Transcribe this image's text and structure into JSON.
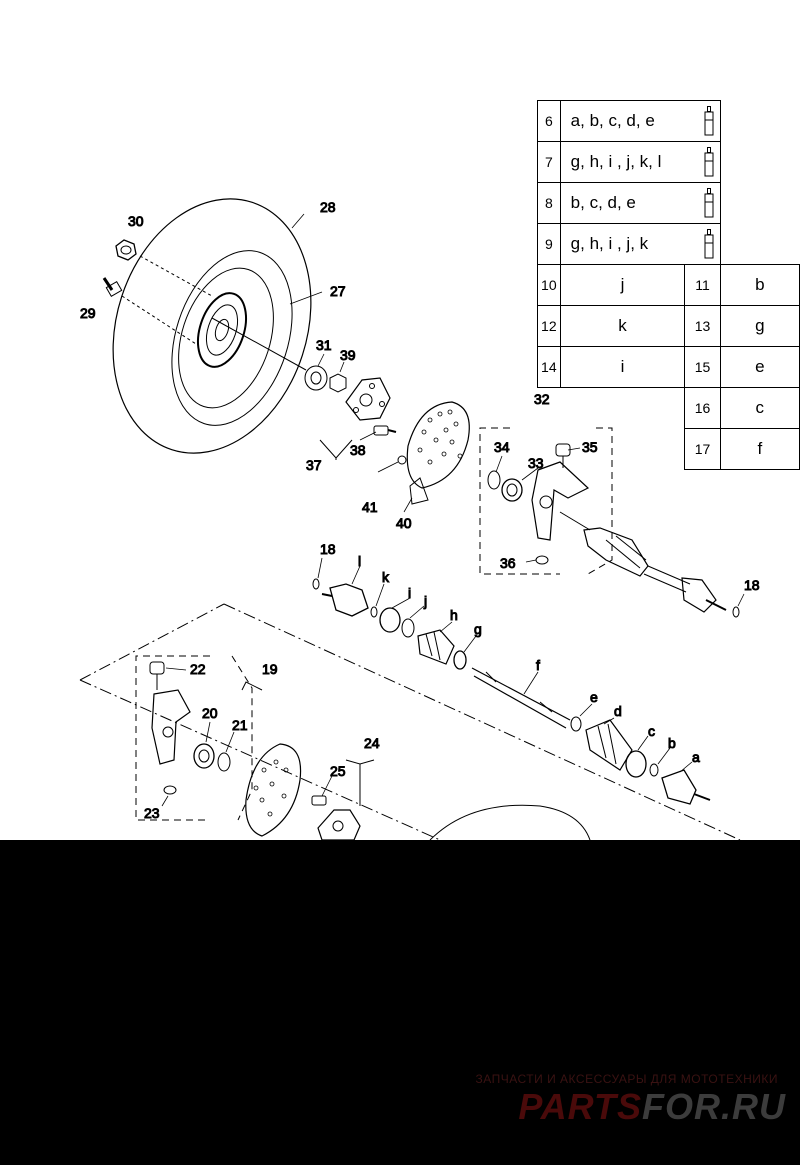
{
  "callouts": {
    "c18a": "18",
    "c18b": "18",
    "c19": "19",
    "c20": "20",
    "c21": "21",
    "c22": "22",
    "c23": "23",
    "c24": "24",
    "c25": "25",
    "c27": "27",
    "c28": "28",
    "c29": "29",
    "c30": "30",
    "c31": "31",
    "c32": "32",
    "c33": "33",
    "c34": "34",
    "c35": "35",
    "c36": "36",
    "c37": "37",
    "c38": "38",
    "c39": "39",
    "c40": "40",
    "c41": "41",
    "la": "a",
    "lb": "b",
    "lc": "c",
    "ld": "d",
    "le": "e",
    "lf": "f",
    "lg": "g",
    "lh": "h",
    "li": "i",
    "lj": "j",
    "lk": "k",
    "ll": "l"
  },
  "kits": [
    {
      "num": "6",
      "contents": "a, b, c, d, e"
    },
    {
      "num": "7",
      "contents": "g, h, i , j, k, l"
    },
    {
      "num": "8",
      "contents": "b, c, d, e"
    },
    {
      "num": "9",
      "contents": "g, h, i , j, k"
    }
  ],
  "singles": [
    {
      "left_num": "10",
      "left": "j",
      "right_num": "11",
      "right": "b"
    },
    {
      "left_num": "12",
      "left": "k",
      "right_num": "13",
      "right": "g"
    },
    {
      "left_num": "14",
      "left": "i",
      "right_num": "15",
      "right": "e"
    },
    {
      "right_num": "16",
      "right": "c"
    },
    {
      "right_num": "17",
      "right": "f"
    }
  ],
  "icons": {
    "grease_tube": "grease-tube-icon"
  },
  "watermark": {
    "tagline": "ЗАПЧАСТИ И АКСЕССУАРЫ ДЛЯ МОТОТЕХНИКИ",
    "logo_part1": "PARTS",
    "logo_part2": "FOR.RU"
  },
  "colors": {
    "line": "#000000",
    "band": "#000000",
    "logo": "#4a0a0a"
  }
}
